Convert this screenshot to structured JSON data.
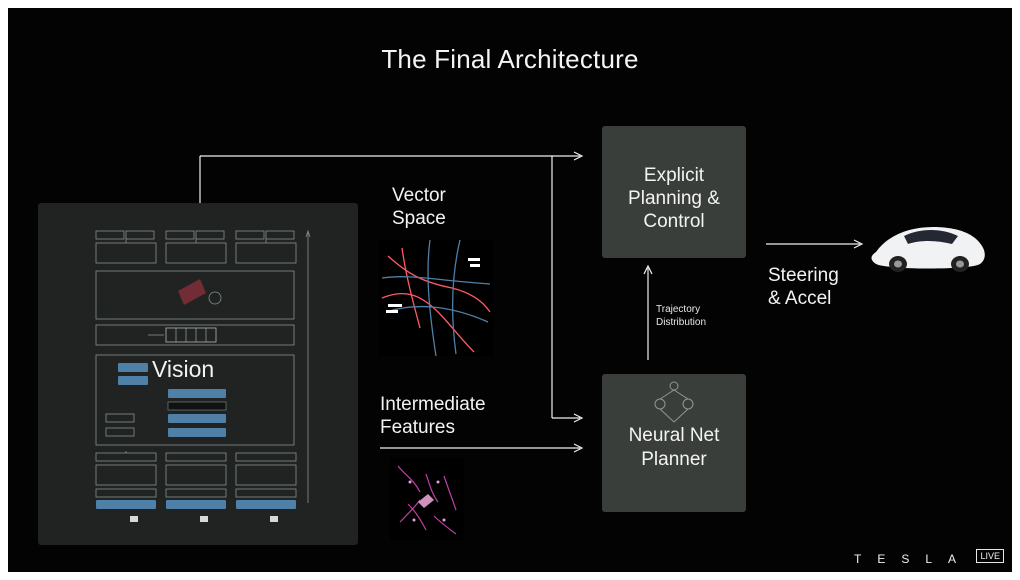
{
  "title": "The Final Architecture",
  "labels": {
    "vector_space_line1": "Vector",
    "vector_space_line2": "Space",
    "intermediate_line1": "Intermediate",
    "intermediate_line2": "Features",
    "steering_line1": "Steering",
    "steering_line2": "& Accel",
    "trajectory_line1": "Trajectory",
    "trajectory_line2": "Distribution"
  },
  "nodes": {
    "planning": {
      "line1": "Explicit",
      "line2": "Planning &",
      "line3": "Control"
    },
    "planner": {
      "line1": "Neural Net",
      "line2": "Planner"
    },
    "vision": {
      "label": "Vision"
    }
  },
  "branding": {
    "logo_text": "TESLA",
    "live_badge": "LIVE"
  },
  "colors": {
    "background": "#030303",
    "node_fill": "#3a3e3b",
    "vision_panel": "#202321",
    "accent_blue": "#4e80a8",
    "accent_red": "#ff5a63",
    "accent_magenta": "#d447b7"
  },
  "icons": {
    "car": "car-icon",
    "vector_space": "vector-space-icon",
    "intermediate": "feature-cloud-icon"
  }
}
